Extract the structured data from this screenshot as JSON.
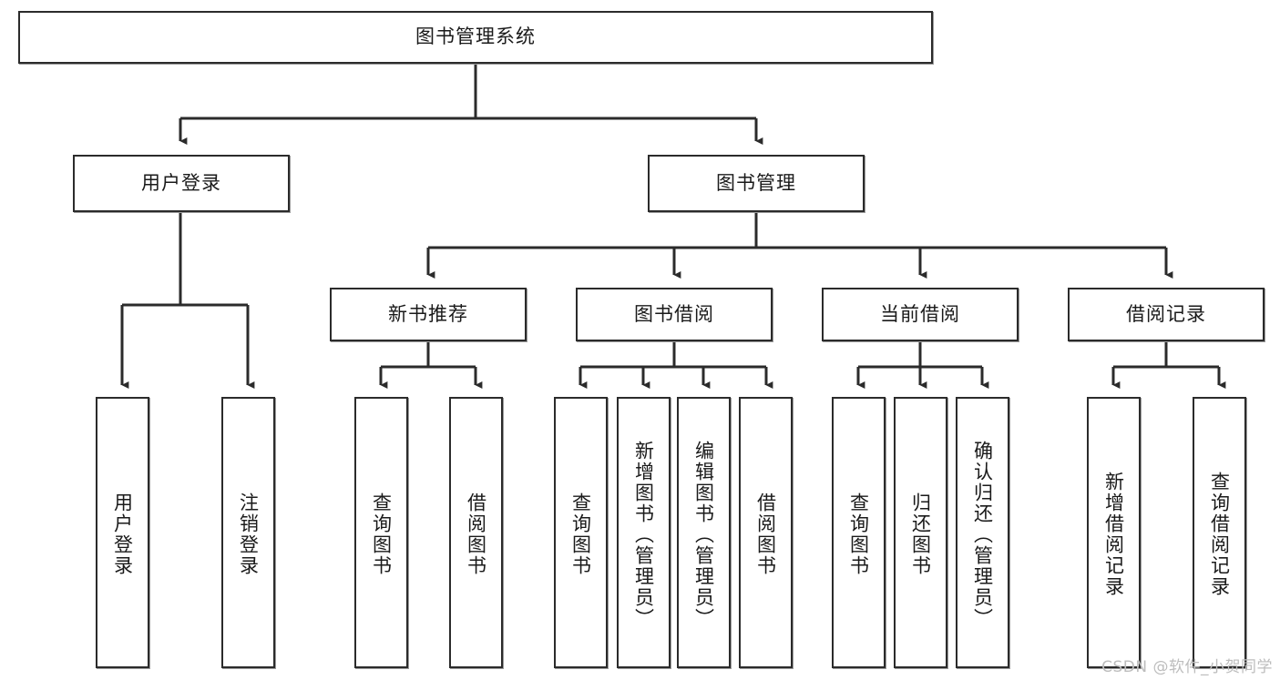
{
  "diagram": {
    "type": "tree-hierarchy-flowchart",
    "title": "图书管理系统",
    "root": {
      "id": "root",
      "label": "图书管理系统",
      "level": 0
    },
    "level2": [
      {
        "id": "user-login",
        "label": "用户登录"
      },
      {
        "id": "book-manage",
        "label": "图书管理"
      }
    ],
    "level3": [
      {
        "id": "new-book-recommend",
        "label": "新书推荐",
        "parent": "book-manage"
      },
      {
        "id": "book-borrow",
        "label": "图书借阅",
        "parent": "book-manage"
      },
      {
        "id": "current-borrow",
        "label": "当前借阅",
        "parent": "book-manage"
      },
      {
        "id": "borrow-record",
        "label": "借阅记录",
        "parent": "book-manage"
      }
    ],
    "leaves": {
      "user_login": [
        {
          "id": "leaf-user-login",
          "label": "用户登录"
        },
        {
          "id": "leaf-logout-login",
          "label": "注销登录"
        }
      ],
      "new_book_recommend": [
        {
          "id": "leaf-query-book-1",
          "label": "查询图书"
        },
        {
          "id": "leaf-borrow-book-1",
          "label": "借阅图书"
        }
      ],
      "book_borrow": [
        {
          "id": "leaf-query-book-2",
          "label": "查询图书"
        },
        {
          "id": "leaf-add-book",
          "label": "新增图书（管理员）"
        },
        {
          "id": "leaf-edit-book",
          "label": "编辑图书（管理员）"
        },
        {
          "id": "leaf-borrow-book-2",
          "label": "借阅图书"
        }
      ],
      "current_borrow": [
        {
          "id": "leaf-query-book-3",
          "label": "查询图书"
        },
        {
          "id": "leaf-return-book",
          "label": "归还图书"
        },
        {
          "id": "leaf-confirm-return",
          "label": "确认归还（管理员）"
        }
      ],
      "borrow_record": [
        {
          "id": "leaf-add-record",
          "label": "新增借阅记录"
        },
        {
          "id": "leaf-query-record",
          "label": "查询借阅记录"
        }
      ]
    },
    "colors": {
      "box_border": "#2b2b2b",
      "box_fill": "#ffffff",
      "connector": "#2b2b2b",
      "text": "#1a1a1a",
      "watermark": "#bdbdbd",
      "background": "#ffffff"
    }
  },
  "watermark": {
    "text": "CSDN @软件_小贺同学"
  }
}
